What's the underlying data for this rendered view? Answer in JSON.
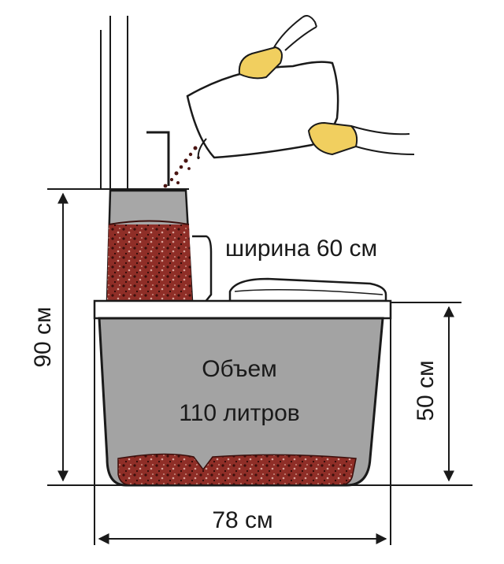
{
  "labels": {
    "width": "ширина 60 см",
    "volume_line1": "Объем",
    "volume_line2": "110 литров",
    "total_height": "90 см",
    "tank_height": "50 см",
    "base_width": "78 см"
  },
  "colors": {
    "tank_fill": "#a3a3a3",
    "peat": "#8a2b24",
    "outline": "#1a1a1a",
    "glove": "#f1cf5f"
  }
}
